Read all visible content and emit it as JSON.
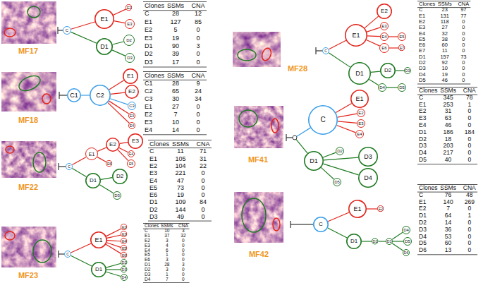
{
  "diagram": {
    "nodes": [
      {
        "text": [
          "C"
        ]
      },
      {
        "text": [
          "E1"
        ]
      },
      {
        "text": [
          "E2"
        ]
      },
      {
        "text": [
          "E3"
        ]
      },
      {
        "text": [
          "D1"
        ]
      },
      {
        "text": [
          "D2"
        ]
      },
      {
        "text": [
          "D3"
        ]
      },
      {
        "text": [
          "C1"
        ]
      },
      {
        "text": [
          "C2"
        ]
      },
      {
        "text": [
          "E1"
        ]
      },
      {
        "text": [
          "E2"
        ]
      },
      {
        "text": [
          "C3"
        ]
      },
      {
        "text": [
          "E3"
        ]
      },
      {
        "text": [
          "E4"
        ]
      },
      {
        "text": [
          "C"
        ]
      },
      {
        "text": [
          "E1"
        ]
      },
      {
        "text": [
          "E2"
        ]
      },
      {
        "text": [
          "E3"
        ]
      },
      {
        "text": [
          "E4"
        ]
      },
      {
        "text": [
          "E5"
        ]
      },
      {
        "text": [
          "E6"
        ]
      },
      {
        "text": [
          "D1"
        ]
      },
      {
        "text": [
          "D2"
        ]
      },
      {
        "text": [
          "D3"
        ]
      },
      {
        "text": [
          "C"
        ]
      },
      {
        "text": [
          "E1"
        ]
      },
      {
        "text": [
          "E2"
        ]
      },
      {
        "text": [
          "E3"
        ]
      },
      {
        "text": [
          "E4"
        ]
      },
      {
        "text": [
          "E5"
        ]
      },
      {
        "text": [
          "E6"
        ]
      },
      {
        "text": [
          "D1"
        ]
      },
      {
        "text": [
          "D2"
        ]
      },
      {
        "text": [
          "D3"
        ]
      },
      {
        "text": [
          "D4"
        ]
      },
      {
        "text": [
          "C"
        ]
      },
      {
        "text": [
          "E1"
        ]
      },
      {
        "text": [
          "E2"
        ]
      },
      {
        "text": [
          "E3"
        ]
      },
      {
        "text": [
          "E4"
        ]
      },
      {
        "text": [
          "E5"
        ]
      },
      {
        "text": [
          "E6"
        ]
      },
      {
        "text": [
          "E7"
        ]
      },
      {
        "text": [
          "D1"
        ]
      },
      {
        "text": [
          "D2"
        ]
      },
      {
        "text": [
          "D3"
        ]
      },
      {
        "text": [
          "D4"
        ]
      },
      {
        "text": [
          "D5"
        ]
      },
      {
        "text": [
          "C"
        ]
      },
      {
        "text": [
          "E1"
        ]
      },
      {
        "text": [
          "E2"
        ]
      },
      {
        "text": [
          "E3"
        ]
      },
      {
        "text": [
          "E4"
        ]
      },
      {
        "text": [
          "D1"
        ]
      },
      {
        "text": [
          "D2"
        ]
      },
      {
        "text": [
          "D3"
        ]
      },
      {
        "text": [
          "D4"
        ]
      },
      {
        "text": [
          "D5"
        ]
      },
      {
        "text": [
          "C"
        ]
      },
      {
        "text": [
          "E1"
        ]
      },
      {
        "text": [
          "E2"
        ]
      },
      {
        "text": [
          "D1"
        ]
      },
      {
        "text": [
          "D2"
        ]
      },
      {
        "text": [
          "D3"
        ]
      },
      {
        "text": [
          "D4"
        ]
      },
      {
        "text": [
          "D5"
        ]
      },
      {
        "text": [
          "D6"
        ]
      }
    ],
    "edges": [
      {
        "from": 0,
        "to": 1,
        "arrow": "none"
      },
      {
        "from": 1,
        "to": 2,
        "arrow": "none"
      },
      {
        "from": 1,
        "to": 3,
        "arrow": "none"
      },
      {
        "from": 0,
        "to": 4,
        "arrow": "none"
      },
      {
        "from": 4,
        "to": 5,
        "arrow": "none"
      },
      {
        "from": 4,
        "to": 6,
        "arrow": "none"
      },
      {
        "from": 7,
        "to": 8,
        "arrow": "none"
      },
      {
        "from": 8,
        "to": 9,
        "arrow": "none"
      },
      {
        "from": 8,
        "to": 10,
        "arrow": "none"
      },
      {
        "from": 8,
        "to": 11,
        "arrow": "none"
      },
      {
        "from": 8,
        "to": 12,
        "arrow": "none"
      },
      {
        "from": 8,
        "to": 13,
        "arrow": "none"
      },
      {
        "from": 14,
        "to": 15,
        "arrow": "none"
      },
      {
        "from": 15,
        "to": 16,
        "arrow": "none"
      },
      {
        "from": 16,
        "to": 17,
        "arrow": "none"
      },
      {
        "from": 16,
        "to": 18,
        "arrow": "none"
      },
      {
        "from": 16,
        "to": 19,
        "arrow": "none"
      },
      {
        "from": 15,
        "to": 20,
        "arrow": "none"
      },
      {
        "from": 14,
        "to": 21,
        "arrow": "none"
      },
      {
        "from": 21,
        "to": 22,
        "arrow": "none"
      },
      {
        "from": 21,
        "to": 23,
        "arrow": "none"
      },
      {
        "from": 24,
        "to": 25,
        "arrow": "none"
      },
      {
        "from": 25,
        "to": 26,
        "arrow": "none"
      },
      {
        "from": 25,
        "to": 27,
        "arrow": "none"
      },
      {
        "from": 25,
        "to": 28,
        "arrow": "none"
      },
      {
        "from": 25,
        "to": 29,
        "arrow": "none"
      },
      {
        "from": 25,
        "to": 30,
        "arrow": "none"
      },
      {
        "from": 24,
        "to": 31,
        "arrow": "none"
      },
      {
        "from": 31,
        "to": 32,
        "arrow": "none"
      },
      {
        "from": 31,
        "to": 33,
        "arrow": "none"
      },
      {
        "from": 31,
        "to": 34,
        "arrow": "none"
      },
      {
        "from": 35,
        "to": 36,
        "arrow": "none"
      },
      {
        "from": 36,
        "to": 37,
        "arrow": "none"
      },
      {
        "from": 36,
        "to": 38,
        "arrow": "none"
      },
      {
        "from": 36,
        "to": 39,
        "arrow": "none"
      },
      {
        "from": 39,
        "to": 40,
        "arrow": "none"
      },
      {
        "from": 36,
        "to": 41,
        "arrow": "none"
      },
      {
        "from": 41,
        "to": 42,
        "arrow": "none"
      },
      {
        "from": 35,
        "to": 43,
        "arrow": "none"
      },
      {
        "from": 43,
        "to": 44,
        "arrow": "none"
      },
      {
        "from": 44,
        "to": 45,
        "arrow": "none"
      },
      {
        "from": 43,
        "to": 46,
        "arrow": "none"
      },
      {
        "from": 46,
        "to": 47,
        "arrow": "none"
      },
      {
        "from": 48,
        "to": 49,
        "arrow": "none"
      },
      {
        "from": 48,
        "to": 50,
        "arrow": "none"
      },
      {
        "from": 48,
        "to": 51,
        "arrow": "none"
      },
      {
        "from": 48,
        "to": 52,
        "arrow": "none"
      },
      {
        "from": 53,
        "to": 54,
        "arrow": "none"
      },
      {
        "from": 53,
        "to": 55,
        "arrow": "none"
      },
      {
        "from": 53,
        "to": 56,
        "arrow": "none"
      },
      {
        "from": 53,
        "to": 57,
        "arrow": "none"
      },
      {
        "from": 58,
        "to": 59,
        "arrow": "none"
      },
      {
        "from": 59,
        "to": 60,
        "arrow": "none"
      },
      {
        "from": 58,
        "to": 61,
        "arrow": "none"
      },
      {
        "from": 61,
        "to": 62,
        "arrow": "none"
      },
      {
        "from": 62,
        "to": 63,
        "arrow": "none"
      },
      {
        "from": 63,
        "to": 64,
        "arrow": "none"
      },
      {
        "from": 63,
        "to": 65,
        "arrow": "none"
      },
      {
        "from": 63,
        "to": 66,
        "arrow": "none"
      }
    ],
    "labels": [
      "MF17",
      "Clones",
      "SSMs",
      "CNA",
      "C",
      "28",
      "12",
      "E1",
      "127",
      "85",
      "E2",
      "5",
      "0",
      "E3",
      "19",
      "0",
      "D1",
      "90",
      "3",
      "D2",
      "39",
      "0",
      "D3",
      "17",
      "0",
      "MF18",
      "Clones",
      "SSMs",
      "CNA",
      "C1",
      "28",
      "9",
      "C2",
      "65",
      "24",
      "C3",
      "30",
      "34",
      "E1",
      "27",
      "0",
      "E2",
      "7",
      "0",
      "E3",
      "10",
      "0",
      "E4",
      "14",
      "0",
      "MF22",
      "Clones",
      "SSMs",
      "CNA",
      "C",
      "11",
      "71",
      "E1",
      "105",
      "31",
      "E2",
      "104",
      "22",
      "E3",
      "221",
      "0",
      "E4",
      "47",
      "0",
      "E5",
      "73",
      "0",
      "E6",
      "19",
      "0",
      "D1",
      "109",
      "84",
      "D2",
      "144",
      "0",
      "D3",
      "49",
      "0",
      "MF23",
      "Clones",
      "SSMs",
      "CNA",
      "C",
      "10",
      "3",
      "E1",
      "37",
      "32",
      "E2",
      "3",
      "0",
      "E3",
      "4",
      "0",
      "E4",
      "6",
      "0",
      "E5",
      "1",
      "0",
      "E6",
      "3",
      "0",
      "D1",
      "28",
      "3",
      "D2",
      "3",
      "0",
      "D3",
      "1",
      "0",
      "D4",
      "7",
      "0",
      "MF28",
      "Clones",
      "SSMs",
      "CNA",
      "C",
      "23",
      "97",
      "E1",
      "131",
      "77",
      "E2",
      "118",
      "0",
      "E3",
      "27",
      "0",
      "E4",
      "32",
      "0",
      "E5",
      "38",
      "0",
      "E6",
      "60",
      "0",
      "E7",
      "11",
      "0",
      "D1",
      "157",
      "73",
      "D2",
      "92",
      "0",
      "D3",
      "10",
      "0",
      "D4",
      "19",
      "0",
      "D5",
      "46",
      "0",
      "MF41",
      "Clones",
      "SSMs",
      "CNA",
      "C",
      "345",
      "78",
      "E1",
      "253",
      "1",
      "E2",
      "31",
      "0",
      "E3",
      "63",
      "0",
      "E4",
      "46",
      "0",
      "D1",
      "186",
      "184",
      "D2",
      "18",
      "0",
      "D3",
      "203",
      "0",
      "D4",
      "217",
      "0",
      "D5",
      "40",
      "0",
      "MF42",
      "Clones",
      "SSMs",
      "CNA",
      "C",
      "76",
      "48",
      "E1",
      "140",
      "269",
      "E2",
      "7",
      "0",
      "D1",
      "64",
      "1",
      "D2",
      "14",
      "0",
      "D3",
      "36",
      "0",
      "D4",
      "53",
      "0",
      "D5",
      "60",
      "0",
      "D6",
      "13",
      "0"
    ]
  }
}
